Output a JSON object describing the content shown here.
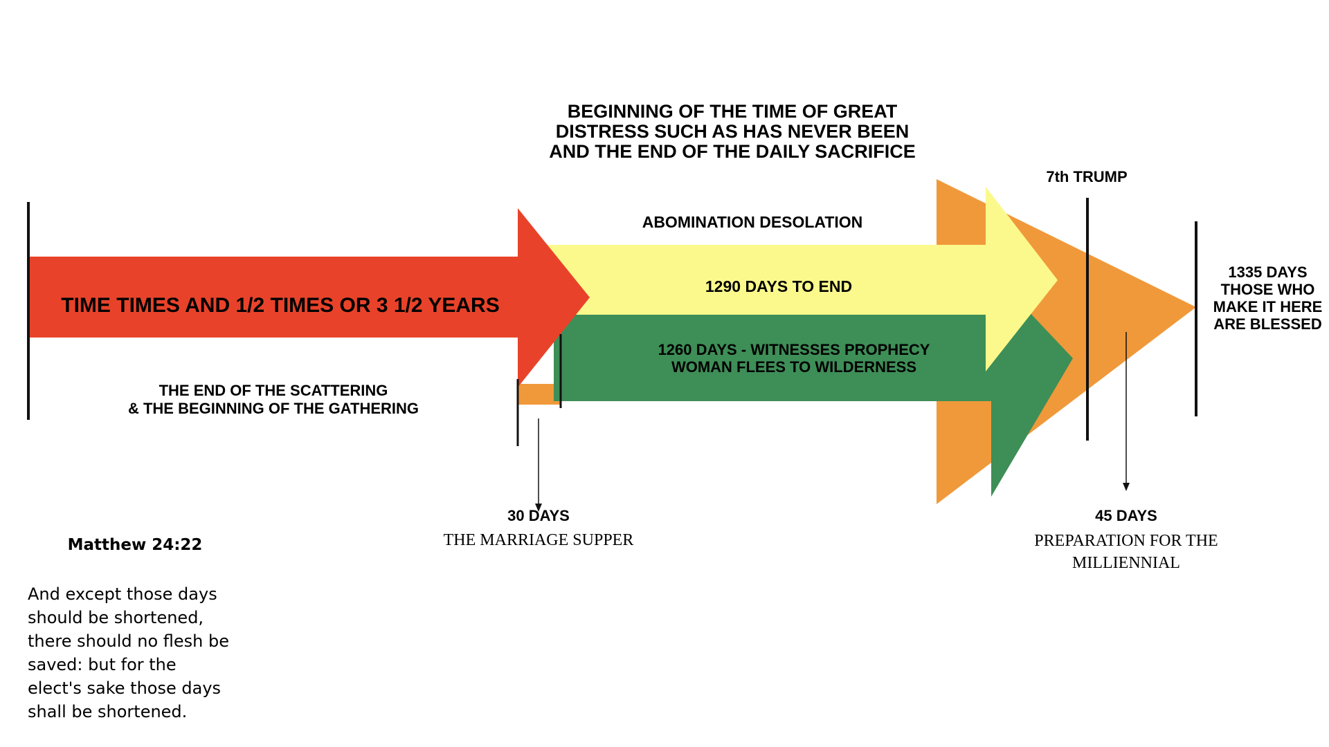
{
  "headline": "BEGINNING OF THE TIME OF GREAT\nDISTRESS SUCH AS HAS NEVER BEEN\nAND THE END OF THE DAILY SACRIFICE",
  "seventh_trump": "7th TRUMP",
  "abomination": "ABOMINATION DESOLATION",
  "arrows": {
    "red": "TIME TIMES AND 1/2 TIMES OR 3 1/2 YEARS",
    "yellow": "1290 DAYS TO END",
    "green": "1260 DAYS - WITNESSES PROPHECY\nWOMAN FLEES TO WILDERNESS"
  },
  "end_label": "1335 DAYS\nTHOSE WHO\nMAKE IT HERE\nARE BLESSED",
  "scattering": "THE END OF THE SCATTERING\n& THE BEGINNING OF THE GATHERING",
  "thirty_days": {
    "title": "30 DAYS",
    "subtitle": "THE MARRIAGE SUPPER"
  },
  "fortyfive_days": {
    "title": "45 DAYS",
    "subtitle": "PREPARATION FOR THE\nMILLIENNIAL"
  },
  "scripture": {
    "reference": "Matthew 24:22",
    "text": "And except those days should be shortened, there should no flesh be saved: but for the elect's sake those days shall be shortened."
  },
  "colors": {
    "red": "#E8432A",
    "orange": "#F0993A",
    "yellow": "#FBF98C",
    "green": "#3E8E57",
    "marker": "#111111"
  }
}
